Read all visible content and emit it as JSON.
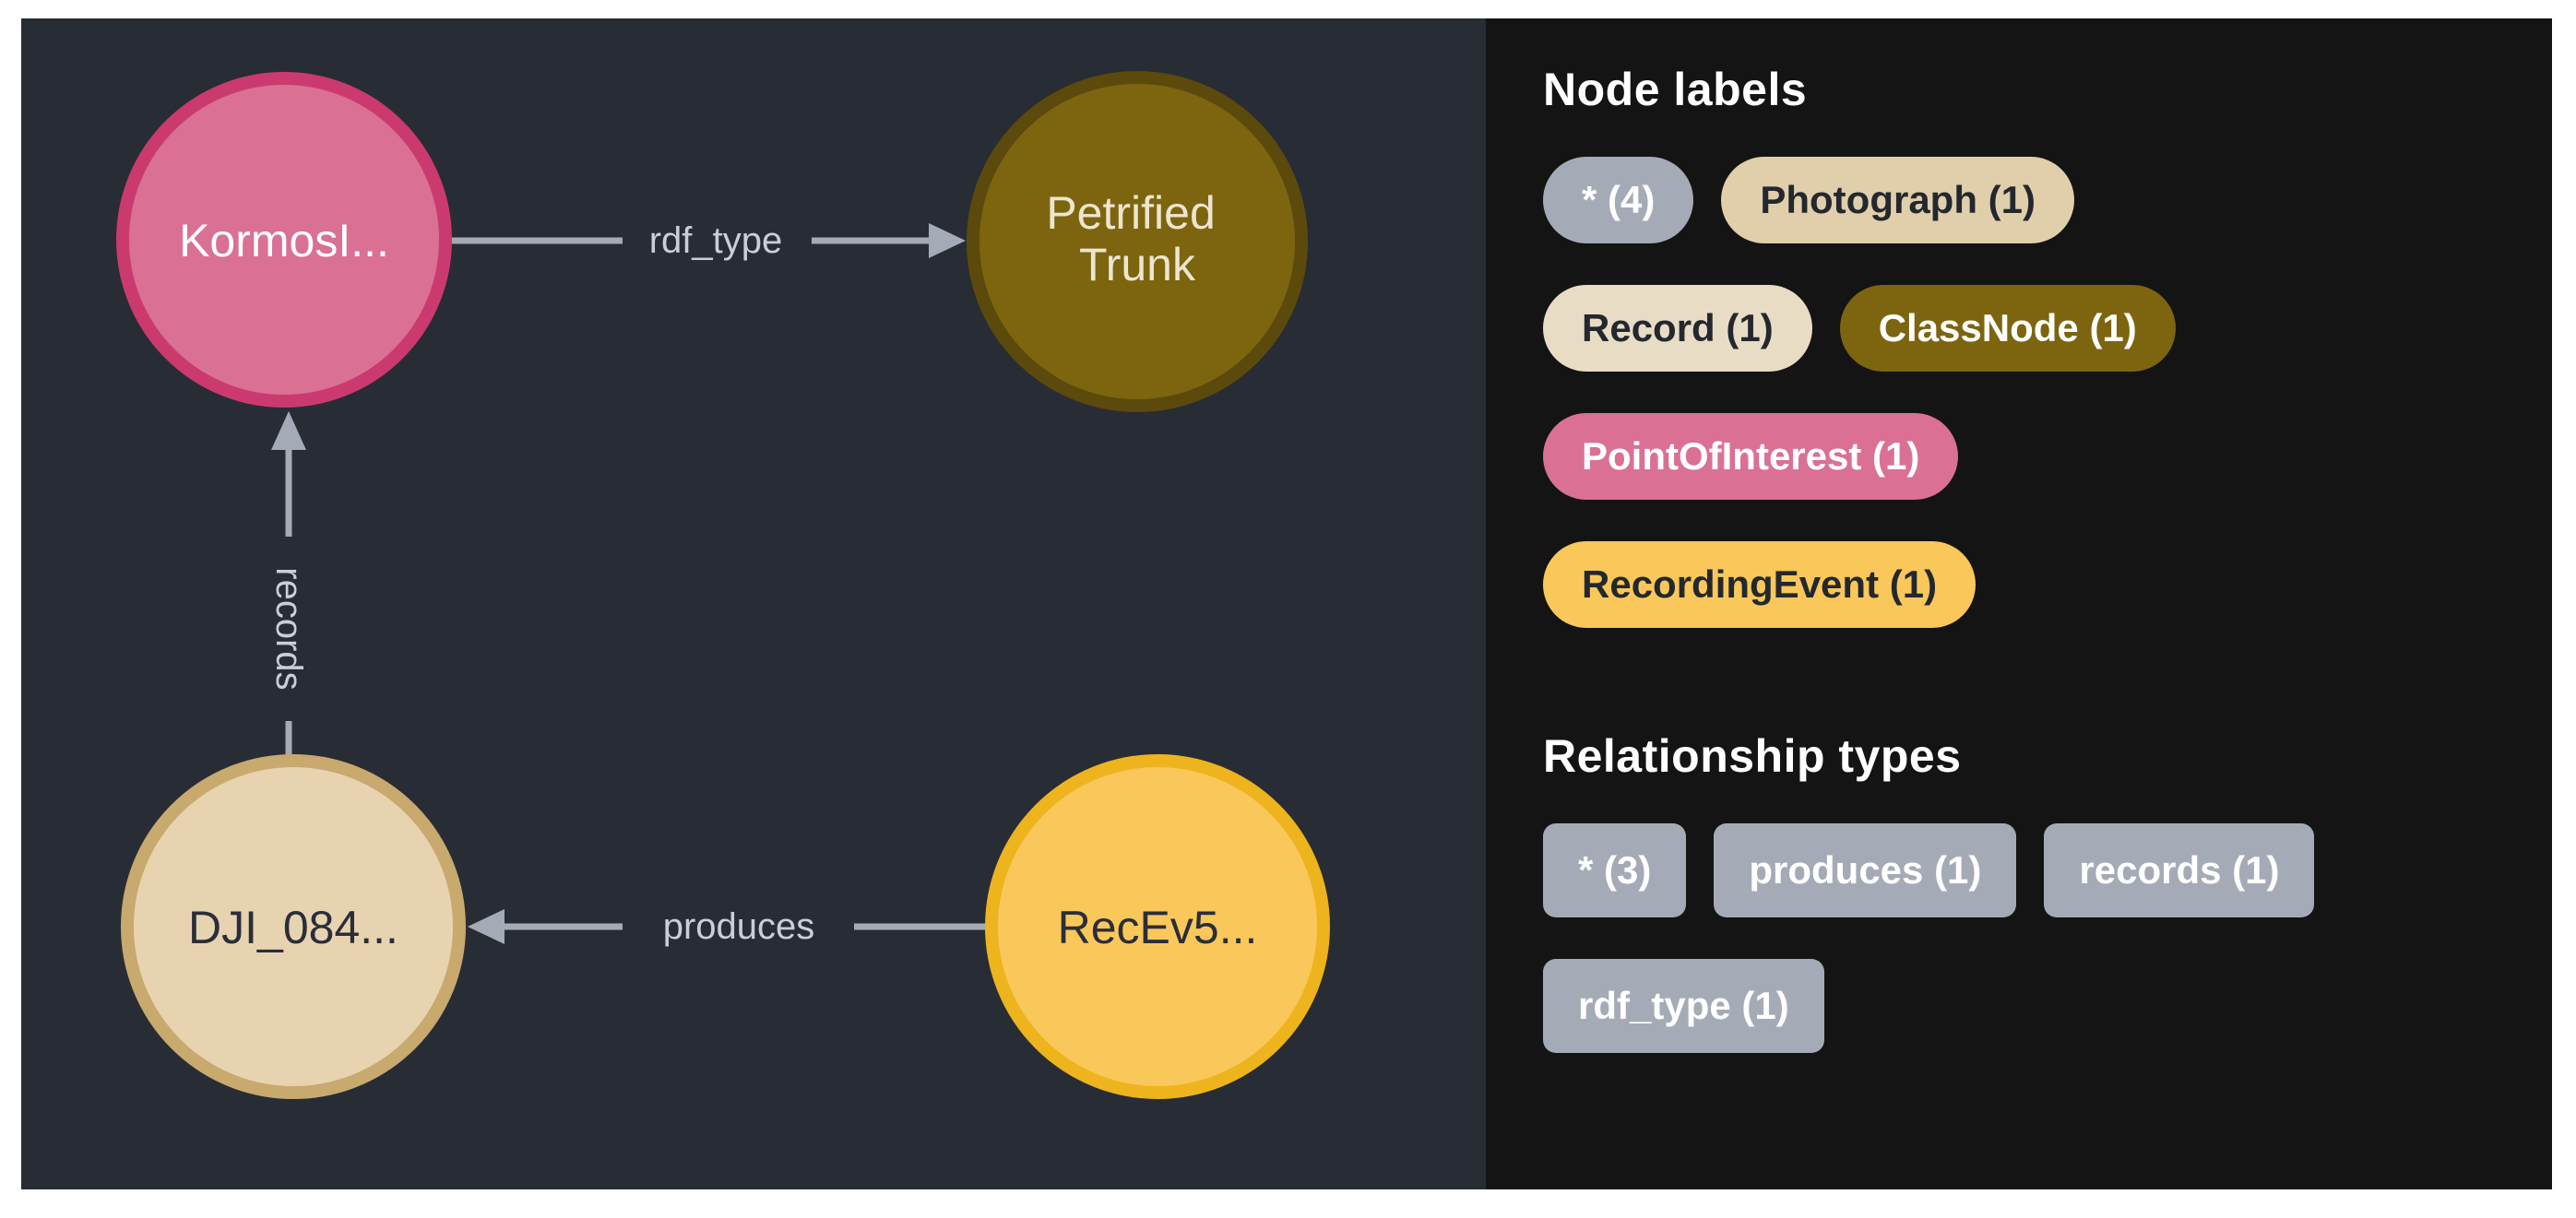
{
  "graph": {
    "background": "#282C35",
    "edge_color": "#A5ABB6",
    "edge_label_color": "#C9CED7",
    "nodes": [
      {
        "id": "kormos",
        "label": "KormosI...",
        "fill": "#DA7194",
        "stroke": "#CB3A6E",
        "text_color": "#FFFFFF"
      },
      {
        "id": "petrified",
        "label": "Petrified Trunk",
        "line1": "Petrified",
        "line2": "Trunk",
        "fill": "#7D6510",
        "stroke": "#5C4A0C",
        "text_color": "#EDE5D0"
      },
      {
        "id": "dji",
        "label": "DJI_084...",
        "fill": "#E8D3B1",
        "stroke": "#C8A96E",
        "text_color": "#2A2E3A"
      },
      {
        "id": "recev",
        "label": "RecEv5...",
        "fill": "#FAC75A",
        "stroke": "#EDB41E",
        "text_color": "#2A2E3A"
      }
    ],
    "edges": [
      {
        "label": "rdf_type",
        "from": "KormosI...",
        "to": "Petrified Trunk"
      },
      {
        "label": "records",
        "from": "DJI_084...",
        "to": "KormosI..."
      },
      {
        "label": "produces",
        "from": "RecEv5...",
        "to": "DJI_084..."
      }
    ]
  },
  "sidebar": {
    "background": "#141414",
    "node_labels_title": "Node labels",
    "relationship_types_title": "Relationship types",
    "node_pills": [
      {
        "label": "* (4)",
        "bg": "#A5ABB6",
        "fg": "#FFFFFF"
      },
      {
        "label": "Photograph (1)",
        "bg": "#E0CFAA",
        "fg": "#23282F"
      },
      {
        "label": "Record (1)",
        "bg": "#E8DCC4",
        "fg": "#23282F"
      },
      {
        "label": "ClassNode (1)",
        "bg": "#7D6510",
        "fg": "#FFFFFF"
      },
      {
        "label": "PointOfInterest (1)",
        "bg": "#DA7194",
        "fg": "#FFFFFF"
      },
      {
        "label": "RecordingEvent (1)",
        "bg": "#FAC75A",
        "fg": "#23282F"
      }
    ],
    "relationship_pills": [
      {
        "label": "* (3)",
        "bg": "#A5ABB6",
        "fg": "#FFFFFF"
      },
      {
        "label": "produces (1)",
        "bg": "#A5ABB6",
        "fg": "#FFFFFF"
      },
      {
        "label": "records (1)",
        "bg": "#A5ABB6",
        "fg": "#FFFFFF"
      },
      {
        "label": "rdf_type (1)",
        "bg": "#A5ABB6",
        "fg": "#FFFFFF"
      }
    ]
  }
}
